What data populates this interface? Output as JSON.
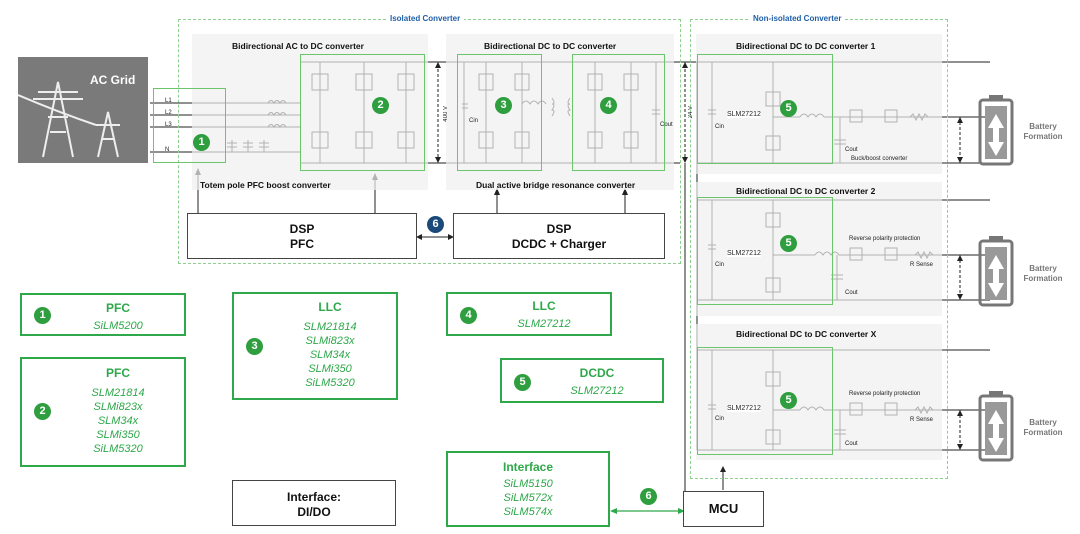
{
  "sections": {
    "isolated_title": "Isolated Converter",
    "non_isolated_title": "Non-isolated Converter"
  },
  "ac_grid": {
    "label": "AC Grid",
    "phases": [
      "L1",
      "L2",
      "L3",
      "N"
    ]
  },
  "blocks": {
    "ac_dc_title": "Bidirectional AC to DC converter",
    "dc_dc_title": "Bidirectional DC to DC converter",
    "totem_label": "Totem pole PFC boost converter",
    "dab_label": "Dual active bridge resonance converter",
    "v400": "400 V",
    "v24": "24 V",
    "cin": "Cin",
    "cout": "Cout",
    "conv1_title": "Bidirectional DC to DC converter 1",
    "conv2_title": "Bidirectional DC to DC converter 2",
    "convx_title": "Bidirectional DC to DC converter X",
    "chip": "SLM27212",
    "buck_boost": "Buck/boost converter",
    "reverse_polarity": "Reverse polarity protection",
    "r_sense": "R Sense",
    "battery_label": "Battery Formation"
  },
  "dsp": {
    "pfc": {
      "title": "DSP",
      "sub": "PFC"
    },
    "dcdc": {
      "title": "DSP",
      "sub": "DCDC + Charger"
    }
  },
  "badges": [
    "1",
    "2",
    "3",
    "4",
    "5",
    "6"
  ],
  "legend": {
    "pfc1": {
      "badge": "1",
      "title": "PFC",
      "items": [
        "SiLM5200"
      ]
    },
    "pfc2": {
      "badge": "2",
      "title": "PFC",
      "items": [
        "SLM21814",
        "SLMi823x",
        "SLM34x",
        "SLMi350",
        "SiLM5320"
      ]
    },
    "llc3": {
      "badge": "3",
      "title": "LLC",
      "items": [
        "SLM21814",
        "SLMi823x",
        "SLM34x",
        "SLMi350",
        "SiLM5320"
      ]
    },
    "llc4": {
      "badge": "4",
      "title": "LLC",
      "items": [
        "SLM27212"
      ]
    },
    "dcdc5": {
      "badge": "5",
      "title": "DCDC",
      "items": [
        "SLM27212"
      ]
    },
    "interface6": {
      "badge": "6",
      "title": "Interface",
      "items": [
        "SiLM5150",
        "SiLM572x",
        "SiLM574x"
      ]
    },
    "didio": {
      "title": "Interface:",
      "sub": "DI/DO"
    }
  },
  "mcu": "MCU",
  "colors": {
    "green": "#2ea84a",
    "blue_title": "#1f5fa8",
    "badge_blue": "#1a4a7a",
    "panel_grey": "#efefef"
  }
}
